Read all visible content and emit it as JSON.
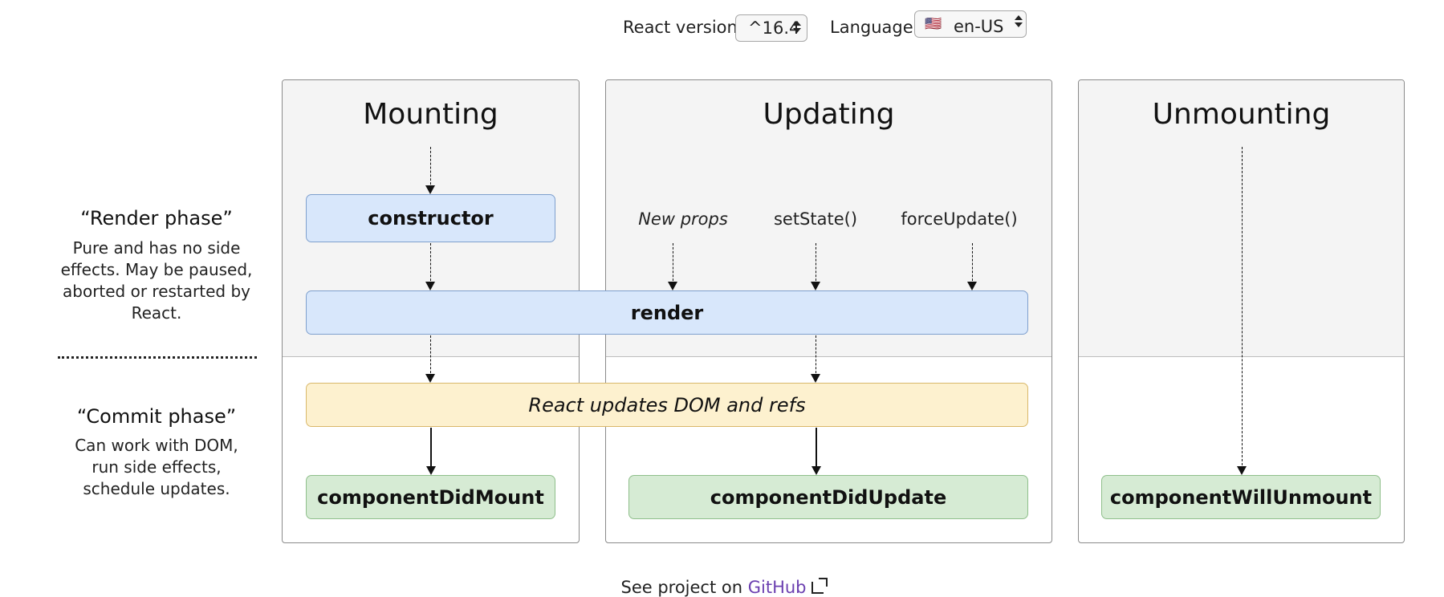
{
  "controls": {
    "react_version_label": "React version",
    "react_version_value": "^16.4",
    "language_label": "Language",
    "language_flag": "🇺🇸",
    "language_value": "en-US"
  },
  "legend": {
    "render_phase_title": "“Render phase”",
    "render_phase_desc": "Pure and has no side effects. May be paused, aborted or restarted by React.",
    "commit_phase_title": "“Commit phase”",
    "commit_phase_desc": "Can work with DOM, run side effects, schedule updates."
  },
  "phases": {
    "mounting": "Mounting",
    "updating": "Updating",
    "unmounting": "Unmounting"
  },
  "boxes": {
    "constructor": "constructor",
    "render": "render",
    "react_updates": "React updates DOM and refs",
    "component_did_mount": "componentDidMount",
    "component_did_update": "componentDidUpdate",
    "component_will_unmount": "componentWillUnmount"
  },
  "triggers": {
    "new_props": "New props",
    "set_state": "setState()",
    "force_update": "forceUpdate()"
  },
  "footer": {
    "prefix": "See project on ",
    "link": "GitHub"
  },
  "colors": {
    "render_box": "#d8e7fb",
    "dom_box": "#fdf1cf",
    "lifecycle_box": "#d6ebd4",
    "link": "#6b3fb0"
  }
}
